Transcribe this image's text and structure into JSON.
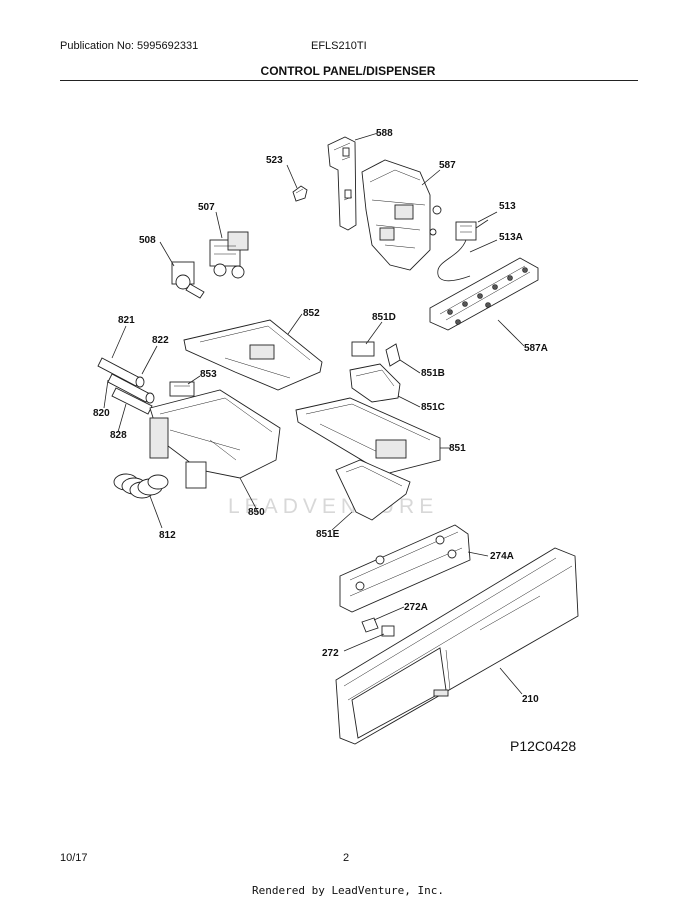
{
  "header": {
    "publication": "Publication No: 5995692331",
    "model": "EFLS210TI",
    "title": "CONTROL PANEL/DISPENSER"
  },
  "callouts": {
    "p588": "588",
    "p523": "523",
    "p587": "587",
    "p507": "507",
    "p513": "513",
    "p508": "508",
    "p513A": "513A",
    "p852": "852",
    "p821": "821",
    "p851D": "851D",
    "p822": "822",
    "p587A": "587A",
    "p853": "853",
    "p851B": "851B",
    "p820": "820",
    "p851C": "851C",
    "p828": "828",
    "p851": "851",
    "p850": "850",
    "p812": "812",
    "p851E": "851E",
    "p274A": "274A",
    "p272A": "272A",
    "p272": "272",
    "p210": "210"
  },
  "drawing_code": "P12C0428",
  "watermark": "LEADVENTURE",
  "footer": {
    "date": "10/17",
    "page": "2",
    "rendered_by": "Rendered by LeadVenture, Inc."
  }
}
